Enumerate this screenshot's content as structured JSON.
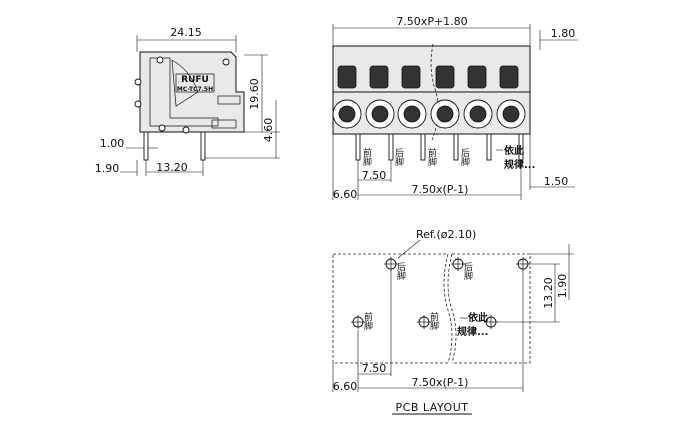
{
  "side_view": {
    "width_label": "24.15",
    "height_label": "19.60",
    "pin_height_label": "4.60",
    "pin_width_label": "1.00",
    "offset_label": "1.90",
    "pin_span_label": "13.20",
    "logo_top": "RUFU",
    "logo_bottom": "MC-TC7.5H"
  },
  "front_view": {
    "total_width_label": "7.50xP+1.80",
    "right_offset_label": "1.80",
    "pitch_label": "7.50",
    "span_label": "7.50x(P-1)",
    "left_offset_label": "6.60",
    "end_offset_label": "1.50",
    "front_pin_label": "前脚",
    "back_pin_label": "后脚",
    "rule_note_line1": "依此",
    "rule_note_line2": "规律..."
  },
  "pcb_layout": {
    "ref_label": "Ref.(ø2.10)",
    "back_pin_label": "后脚",
    "front_pin_label": "前脚",
    "row_spacing_label": "13.20",
    "vertical_offset_label": "1.90",
    "pitch_label": "7.50",
    "span_label": "7.50x(P-1)",
    "left_offset_label": "6.60",
    "rule_note_line1": "依此",
    "rule_note_line2": "规律...",
    "title": "PCB LAYOUT"
  }
}
